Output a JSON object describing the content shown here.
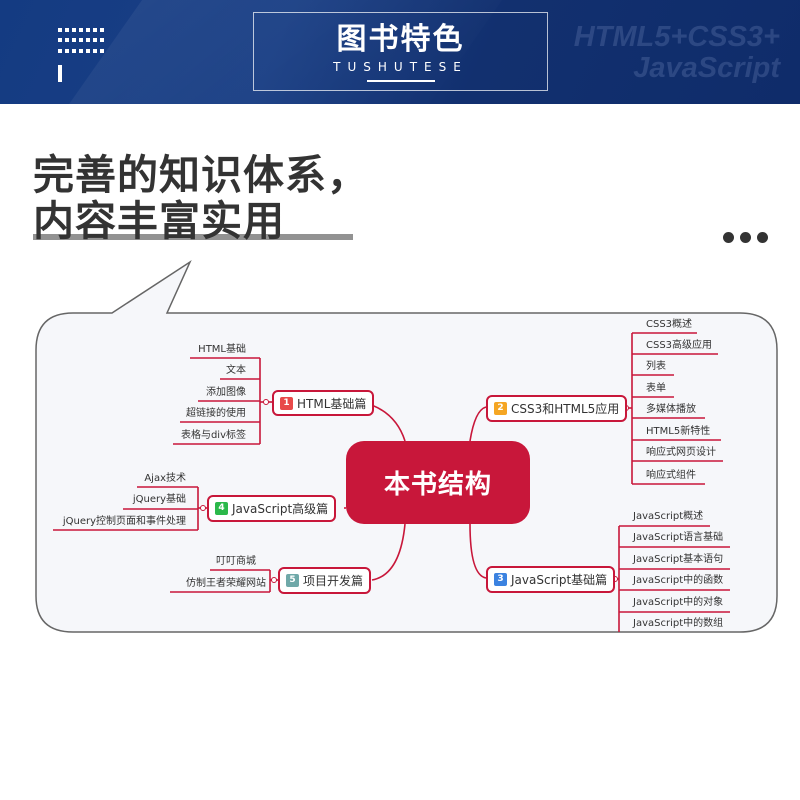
{
  "banner": {
    "title_cn": "图书特色",
    "title_en": "TUSHUTESE",
    "ghost_line1": "HTML5+CSS3+",
    "ghost_line2": "JavaScript",
    "background_color": "#143b82"
  },
  "headline": {
    "line1": "完善的知识体系，",
    "line2": "内容丰富实用"
  },
  "more_icon": "more-dots-icon",
  "mindmap": {
    "root": "本书结构",
    "accent_color": "#c8173a",
    "branches": [
      {
        "number": "1",
        "badge_color": "#e84a4a",
        "label": "HTML基础篇",
        "children": [
          "HTML基础",
          "文本",
          "添加图像",
          "超链接的使用",
          "表格与div标签"
        ]
      },
      {
        "number": "2",
        "badge_color": "#f5a623",
        "label": "CSS3和HTML5应用",
        "children": [
          "CSS3概述",
          "CSS3高级应用",
          "列表",
          "表单",
          "多媒体播放",
          "HTML5新特性",
          "响应式网页设计",
          "响应式组件"
        ]
      },
      {
        "number": "3",
        "badge_color": "#3b82e0",
        "label": "JavaScript基础篇",
        "children": [
          "JavaScript概述",
          "JavaScript语言基础",
          "JavaScript基本语句",
          "JavaScript中的函数",
          "JavaScript中的对象",
          "JavaScript中的数组"
        ]
      },
      {
        "number": "4",
        "badge_color": "#2bb84a",
        "label": "JavaScript高级篇",
        "children": [
          "Ajax技术",
          "jQuery基础",
          "jQuery控制页面和事件处理"
        ]
      },
      {
        "number": "5",
        "badge_color": "#6fa8a8",
        "label": "项目开发篇",
        "children": [
          "叮叮商城",
          "仿制王者荣耀网站"
        ]
      }
    ]
  }
}
